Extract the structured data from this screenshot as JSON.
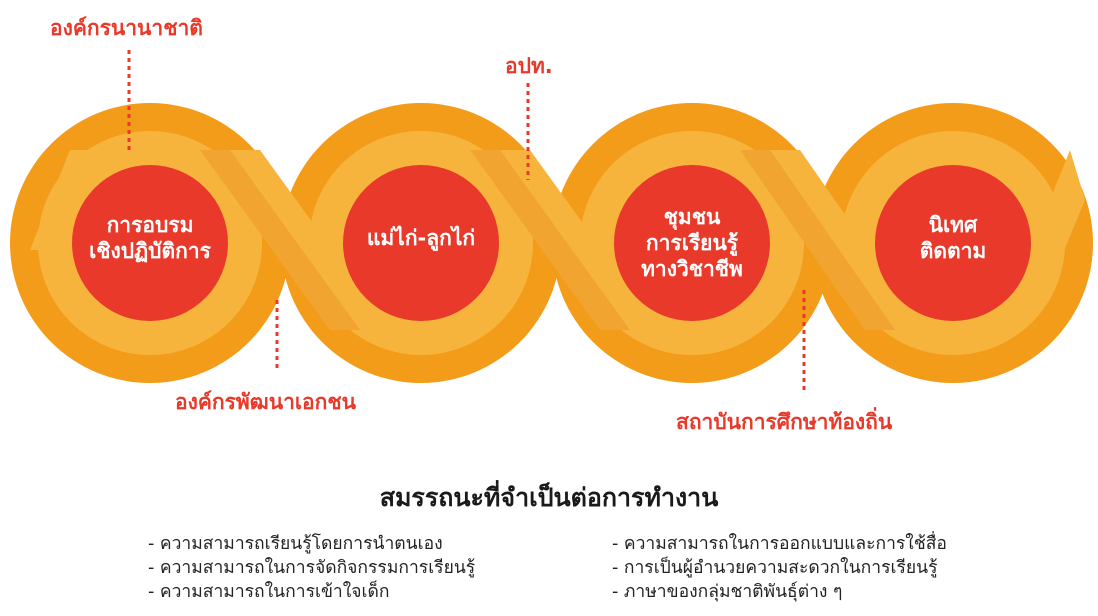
{
  "nodes": [
    {
      "lines": [
        "การอบรม",
        "เชิงปฏิบัติการ"
      ]
    },
    {
      "lines": [
        "แม่ไก่-ลูกไก่"
      ]
    },
    {
      "lines": [
        "ชุมชน",
        "การเรียนรู้",
        "ทางวิชาชีพ"
      ]
    },
    {
      "lines": [
        "นิเทศ",
        "ติดตาม"
      ]
    }
  ],
  "partners": {
    "international": "องค์กรนานาชาติ",
    "opt": "อปท.",
    "ngo": "องค์กรพัฒนาเอกชน",
    "local_edu": "สถาบันการศึกษาท้องถิ่น"
  },
  "title": "สมรรถนะที่จำเป็นต่อการทำงาน",
  "left_list": [
    "- ความสามารถเรียนรู้โดยการนำตนเอง",
    "- ความสามารถในการจัดกิจกรรมการเรียนรู้",
    "- ความสามารถในการเข้าใจเด็ก"
  ],
  "right_list": [
    "- ความสามารถในการออกแบบและการใช้สื่อ",
    "- การเป็นผู้อำนวยความสะดวกในการเรียนรู้",
    "- ภาษาของกลุ่มชาติพันธุ์ต่าง ๆ"
  ],
  "colors": {
    "ring": "#f39c1a",
    "band": "#f7b43d",
    "band_shadow": "#e5891a",
    "core": "#e8392b",
    "label": "#e8392b"
  }
}
